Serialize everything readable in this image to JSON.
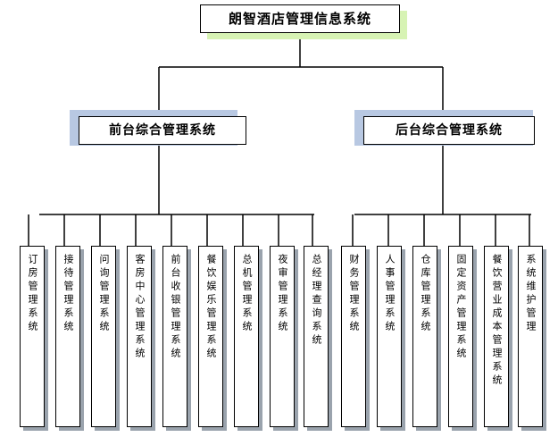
{
  "root": {
    "label": "朗智酒店管理信息系统"
  },
  "branches": [
    {
      "label": "前台综合管理系统",
      "children": [
        "订房管理系统",
        "接待管理系统",
        "问询管理系统",
        "客房中心管理系统",
        "前台收银管理系统",
        "餐饮娱乐管理系统",
        "总机管理系统",
        "夜审管理系统",
        "总经理查询系统"
      ]
    },
    {
      "label": "后台综合管理系统",
      "children": [
        "财务管理系统",
        "人事管理系统",
        "仓库管理系统",
        "固定资产管理系统",
        "餐饮营业成本管理系统",
        "系统维护管理"
      ]
    }
  ],
  "colors": {
    "root_shadow": "#d7f3b4",
    "branch_shadow": "#b8c8e2",
    "leaf_shadow": "#9aa3ad",
    "line": "#000000"
  }
}
